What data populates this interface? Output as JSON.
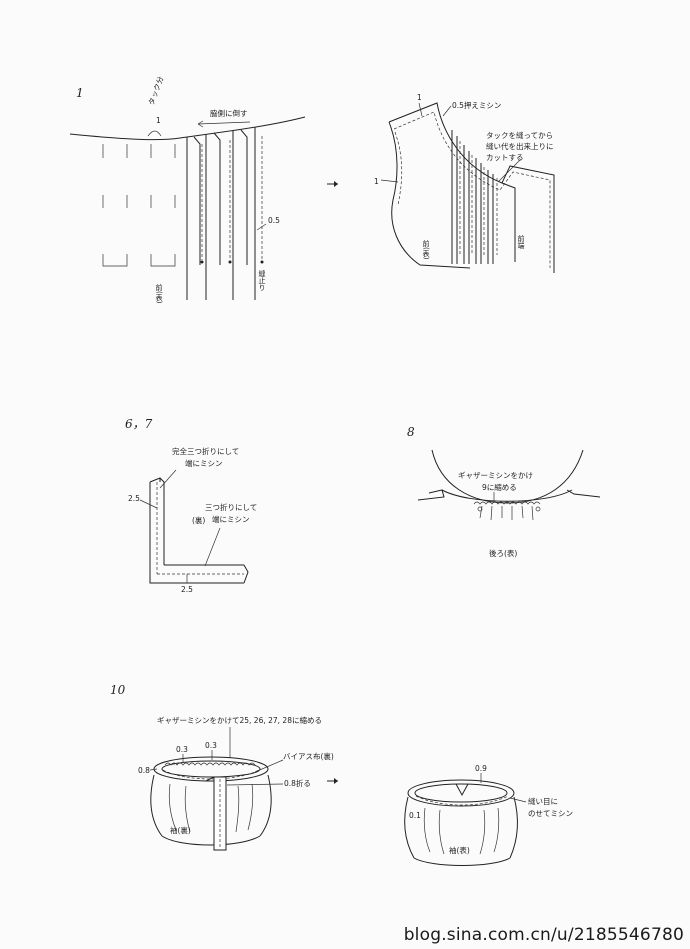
{
  "step1": {
    "number": "1",
    "tuck_allowance": "タック分",
    "tuck_value": "1",
    "fold_direction": "脇側に倒す",
    "seam_stop_width": "0.5",
    "seam_stop": "縫止り",
    "front_right_side": "前(表)",
    "right_top_value": "1",
    "right_press_stitch": "0.5押えミシン",
    "right_cut_note": [
      "タックを縫ってから",
      "縫い代を出来上りに",
      "カットする"
    ],
    "right_side_value": "1",
    "right_front": "前(表)",
    "right_front_edge": "前端"
  },
  "step67": {
    "number": "6，7",
    "full_triple_fold": [
      "完全三つ折りにして",
      "端にミシン"
    ],
    "triple_fold": [
      "三つ折りにして",
      "端にミシン"
    ],
    "wrong_side": "(裏)",
    "left_value": "2.5",
    "bottom_value": "2.5"
  },
  "step8": {
    "number": "8",
    "gather_note": [
      "ギャザーミシンをかけ",
      "9に縮める"
    ],
    "back_right_side": "後ろ(表)"
  },
  "step10": {
    "number": "10",
    "gather_note": "ギャザーミシンをかけて25, 26, 27, 28に縮める",
    "value_03a": "0.3",
    "value_03b": "0.3",
    "value_08": "0.8",
    "bias_cloth": "バイアス布(裏)",
    "fold_08": "0.8折る",
    "sleeve_wrong": "袖(裏)",
    "value_09": "0.9",
    "value_01": "0.1",
    "stitch_on_seam": [
      "縫い目に",
      "のせてミシン"
    ],
    "sleeve_right": "袖(表)"
  },
  "watermark": "blog.sina.com.cn/u/2185546780"
}
